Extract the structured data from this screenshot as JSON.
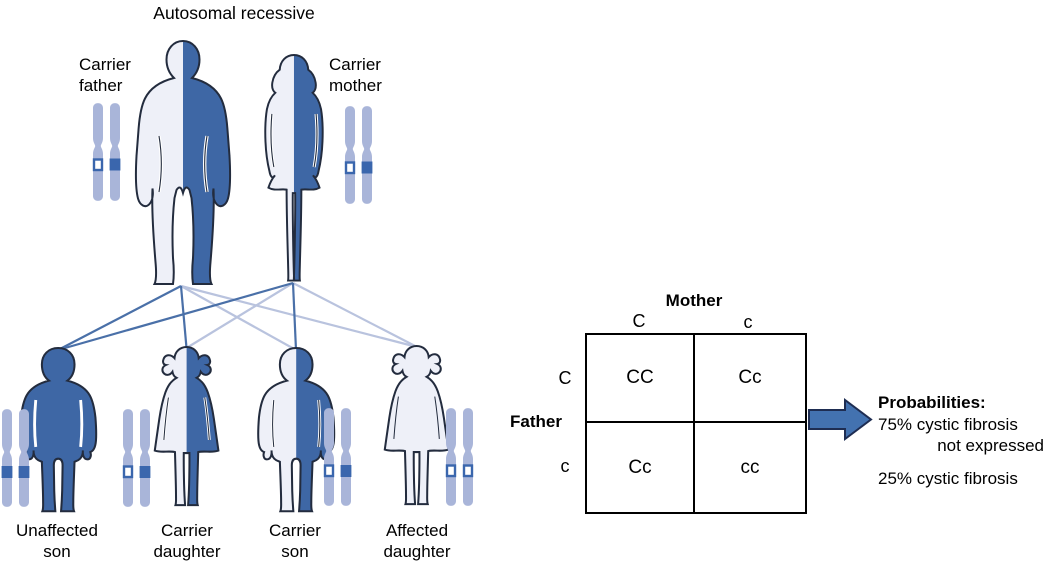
{
  "figure_title": "Autosomal recessive",
  "parents": {
    "father": {
      "label": [
        "Carrier",
        "father"
      ]
    },
    "mother": {
      "label": [
        "Carrier",
        "mother"
      ]
    }
  },
  "children": [
    {
      "label": [
        "Unaffected",
        "son"
      ]
    },
    {
      "label": [
        "Carrier",
        "daughter"
      ]
    },
    {
      "label": [
        "Carrier",
        "son"
      ]
    },
    {
      "label": [
        "Affected",
        "daughter"
      ]
    }
  ],
  "punnett_square": {
    "mother_label": "Mother",
    "father_label": "Father",
    "mother_alleles": [
      "C",
      "c"
    ],
    "father_alleles": [
      "C",
      "c"
    ],
    "cells": [
      [
        "CC",
        "Cc"
      ],
      [
        "Cc",
        "cc"
      ]
    ]
  },
  "probabilities": {
    "heading": "Probabilities:",
    "lines": [
      "75% cystic fibrosis",
      "not expressed",
      "25% cystic fibrosis"
    ]
  },
  "colors": {
    "normal_allele_blue": "#3e67a5",
    "cf_allele_light": "#eef0f8",
    "silhouette_outline": "#232c3e",
    "chromosome_body": "#a9b5d9",
    "chromosome_band_blue": "#3a66ad",
    "inheritance_line_dark": "#4a70a8",
    "inheritance_line_light": "#b9c3de",
    "arrow_fill": "#4372b0",
    "arrow_outline": "#1e2d52"
  }
}
